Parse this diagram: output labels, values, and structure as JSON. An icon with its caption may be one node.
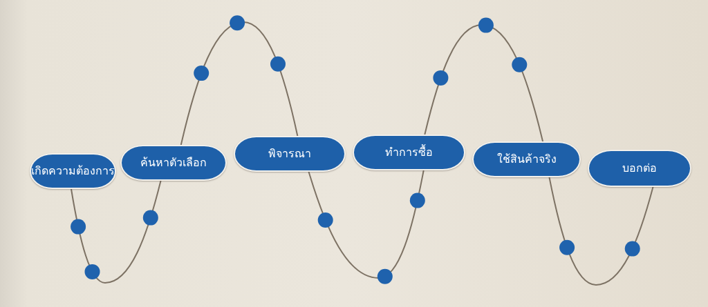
{
  "diagram": {
    "nodes": [
      {
        "text": [
          "เกิดความต้องการ"
        ]
      },
      {
        "text": [
          "ค้นหาตัวเลือก"
        ]
      },
      {
        "text": [
          "พิจารณา"
        ]
      },
      {
        "text": [
          "ทำการซื้อ"
        ]
      },
      {
        "text": [
          "ใช้สินค้าจริง"
        ]
      },
      {
        "text": [
          "บอกต่อ"
        ]
      }
    ],
    "edges": [
      {
        "from": 0,
        "to": 1,
        "arrow": "none"
      },
      {
        "from": 1,
        "to": 2,
        "arrow": "none"
      },
      {
        "from": 2,
        "to": 3,
        "arrow": "none"
      },
      {
        "from": 3,
        "to": 4,
        "arrow": "none"
      },
      {
        "from": 4,
        "to": 5,
        "arrow": "none"
      }
    ]
  }
}
